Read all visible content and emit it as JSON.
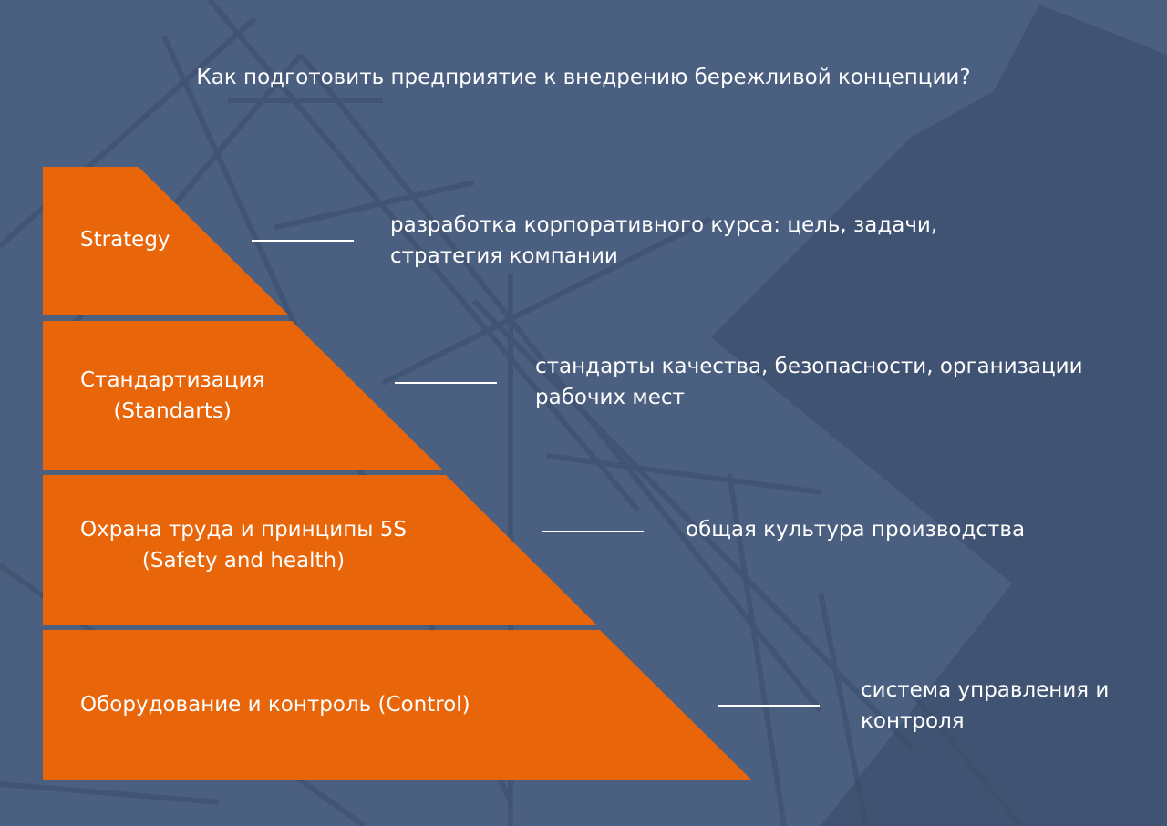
{
  "title": "Как подготовить предприятие к внедрению бережливой концепции?",
  "tiers": [
    {
      "label_line1": "Strategy",
      "label_line2": "",
      "description_line1": "разработка корпоративного курса: цель, задачи,",
      "description_line2": "стратегия компании"
    },
    {
      "label_line1": "Стандартизация",
      "label_line2": "(Standarts)",
      "description_line1": "стандарты качества, безопасности, организации",
      "description_line2": "рабочих мест"
    },
    {
      "label_line1": "Охрана труда и принципы 5S",
      "label_line2": "(Safety and health)",
      "description_line1": "общая культура производства",
      "description_line2": ""
    },
    {
      "label_line1": "Оборудование и контроль (Control)",
      "label_line2": "",
      "description_line1": "система управления и",
      "description_line2": "контроля"
    }
  ],
  "colors": {
    "background": "#4b5f80",
    "pyramid": "#e8650a",
    "text": "#ffffff"
  }
}
